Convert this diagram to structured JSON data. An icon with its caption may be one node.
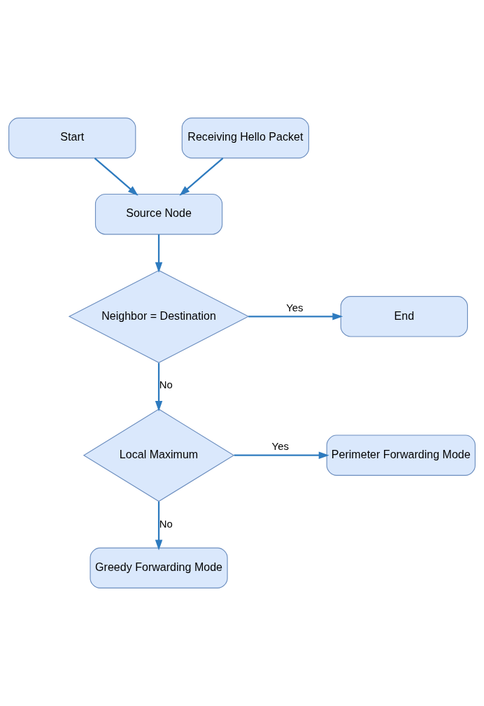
{
  "diagram": {
    "nodes": [
      {
        "text": [
          "Start"
        ]
      },
      {
        "text": [
          "Source Node"
        ]
      },
      {
        "text": [
          "Receiving Hello Packet"
        ]
      },
      {
        "text": [
          "Neighbor = Destination"
        ]
      },
      {
        "text": [
          "End"
        ]
      },
      {
        "text": [
          "Local Maximum"
        ]
      },
      {
        "text": [
          "Perimeter Forwarding Mode"
        ]
      },
      {
        "text": [
          "Greedy Forwarding Mode"
        ]
      }
    ],
    "edges": [
      {
        "from": 0,
        "to": 1,
        "arrow": "to"
      },
      {
        "from": 2,
        "to": 1,
        "arrow": "to"
      },
      {
        "from": 1,
        "to": 3,
        "arrow": "to"
      },
      {
        "from": 3,
        "to": 4,
        "arrow": "to",
        "label": "Yes"
      },
      {
        "from": 3,
        "to": 5,
        "arrow": "to",
        "label": "No"
      },
      {
        "from": 5,
        "to": 6,
        "arrow": "to",
        "label": "Yes"
      },
      {
        "from": 5,
        "to": 7,
        "arrow": "to",
        "label": "No"
      }
    ]
  }
}
